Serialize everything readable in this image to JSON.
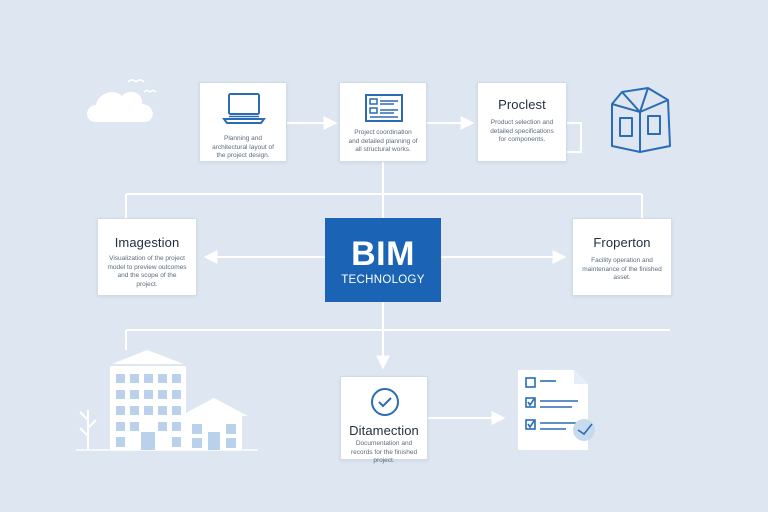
{
  "center": {
    "title": "BIM",
    "subtitle": "TECHNOLOGY"
  },
  "cards": {
    "design": {
      "title": "",
      "desc": "Planning and architectural layout of the project design."
    },
    "plan": {
      "title": "",
      "desc": "Project coordination and detailed planning of all structural works."
    },
    "product": {
      "title": "Proclest",
      "desc": "Product selection and detailed specifications for components."
    },
    "imagination": {
      "title": "Imagestion",
      "desc": "Visualization of the project model to preview outcomes and the scope of the project."
    },
    "operation": {
      "title": "Froperton",
      "desc": "Facility operation and maintenance of the finished asset."
    },
    "documentation": {
      "title": "Ditamection",
      "desc": "Documentation and records for the finished project."
    }
  },
  "icons": {
    "cloud": "cloud-icon",
    "birds": "birds-icon",
    "laptop": "laptop-icon",
    "document": "document-list-icon",
    "package": "package-icon",
    "checkmark": "checkmark-circle-icon",
    "checklist": "checklist-document-icon",
    "buildings": "buildings-icon",
    "tree": "tree-icon"
  },
  "colors": {
    "background": "#dde6f1",
    "accent": "#1b64b5",
    "line": "#ffffff",
    "icon": "#2a6cb5",
    "card": "#ffffff"
  }
}
